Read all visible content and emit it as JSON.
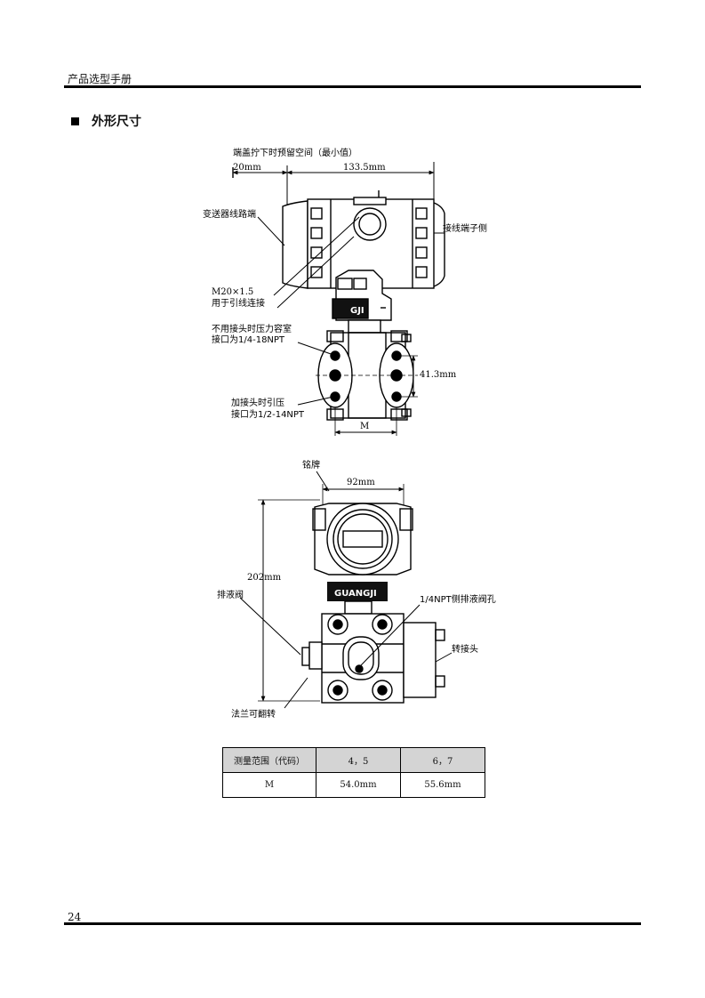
{
  "header": {
    "title": "产品选型手册"
  },
  "section": {
    "title": "外形尺寸"
  },
  "side_view": {
    "end_cap_space": "端盖拧下时预留空间（最小值）",
    "dim_left": "20mm",
    "dim_right": "133.5mm",
    "terminal_side": "变送器线路端",
    "wiring_side": "接线端子侧",
    "thread_line1": "M20×1.5",
    "thread_line2": "用于引线连接",
    "logo": "GJI",
    "no_connector_line1": "不用接头时压力容室",
    "no_connector_line2": "接口为1/4-18NPT",
    "with_connector_line1": "加接头时引压",
    "with_connector_line2": "接口为1/2-14NPT",
    "dim_vertical": "41.3mm",
    "dim_m": "M"
  },
  "front_view": {
    "nameplate": "铭牌",
    "dim_width": "92mm",
    "dim_height": "202mm",
    "logo": "GUANGJI",
    "drain_valve": "排液阀",
    "drain_hole": "1/4NPT侧排液阀孔",
    "adapter": "转接头",
    "flange": "法兰可翻转"
  },
  "table": {
    "headers": [
      "测量范围（代码）",
      "4，5",
      "6，7"
    ],
    "rows": [
      [
        "M",
        "54.0mm",
        "55.6mm"
      ]
    ]
  },
  "footer": {
    "page": "24"
  }
}
